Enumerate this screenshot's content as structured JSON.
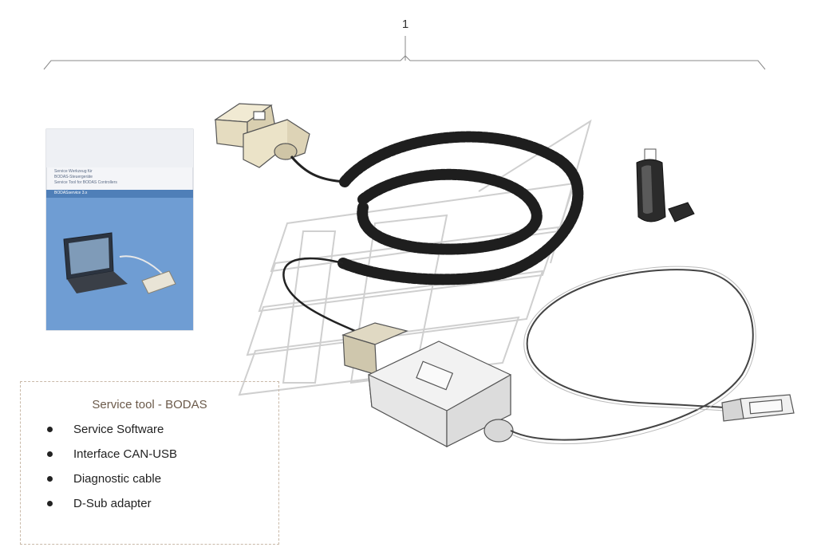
{
  "callout": {
    "label": "1"
  },
  "info": {
    "title": "Service tool - BODAS",
    "items": [
      "Service Software",
      "Interface CAN-USB",
      "Diagnostic cable",
      "D-Sub adapter"
    ]
  },
  "book": {
    "lines": [
      "Service Werkzeug für",
      "BODAS-Steuergeräte",
      "Service Tool for BODAS Controllers",
      "BODASservice 3.x"
    ]
  },
  "colors": {
    "line_art": "#333333",
    "coil": "#1e1e1e",
    "manual_blue": "#6d9ad0",
    "connector_beige": "#e8dfc6",
    "watermark": "#d0d0d0"
  }
}
